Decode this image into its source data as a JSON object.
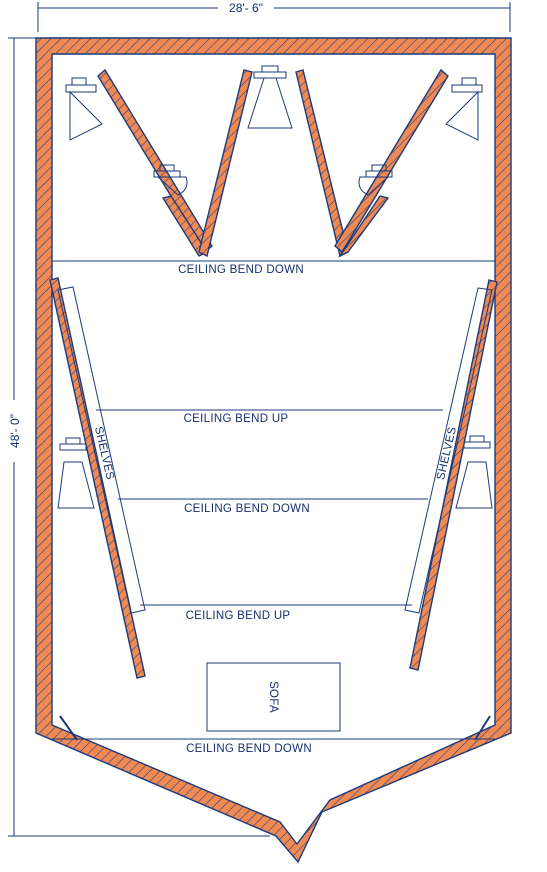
{
  "dimensions": {
    "width": "28'- 6\"",
    "depth": "48'- 0\""
  },
  "ceiling_labels": {
    "bend_1": "CEILING BEND DOWN",
    "bend_2": "CEILING BEND UP",
    "bend_3": "CEILING BEND DOWN",
    "bend_4": "CEILING BEND UP",
    "bend_5": "CEILING BEND DOWN"
  },
  "furniture": {
    "sofa": "SOFA",
    "shelves_left": "SHELVES",
    "shelves_right": "SHELVES"
  },
  "colors": {
    "wall_fill": "#f08a55",
    "line": "#1d3a7a",
    "background": "#ffffff"
  }
}
